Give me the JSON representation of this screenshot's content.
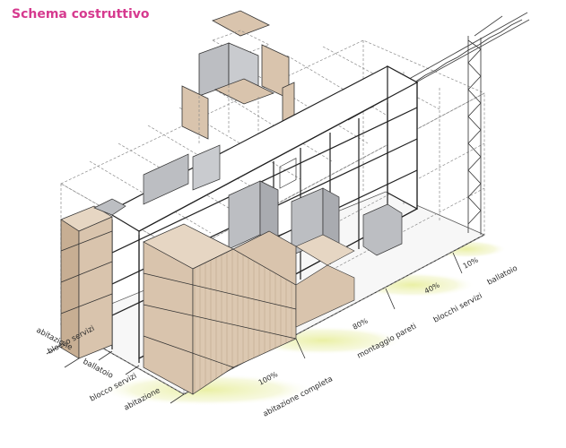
{
  "title": "Schema costruttivo",
  "left_labels": [
    "abitazione",
    "blocco servizi",
    "ballatoio",
    "blocco servizi",
    "abitazione"
  ],
  "phases": [
    {
      "percent": "100%",
      "label": "abitazione completa"
    },
    {
      "percent": "80%",
      "label": "montaggio pareti"
    },
    {
      "percent": "40%",
      "label": "blocchi servizi"
    },
    {
      "percent": "10%",
      "label": "ballatoio"
    }
  ],
  "colors": {
    "title": "#d63a8f",
    "wood": "#d9c4ad",
    "wood_dark": "#c7ae93",
    "wood_light": "#e6d6c3",
    "service_gray": "#bcbec2",
    "service_gray_dark": "#a9abb0",
    "ground_glow": "#eef2b6"
  }
}
